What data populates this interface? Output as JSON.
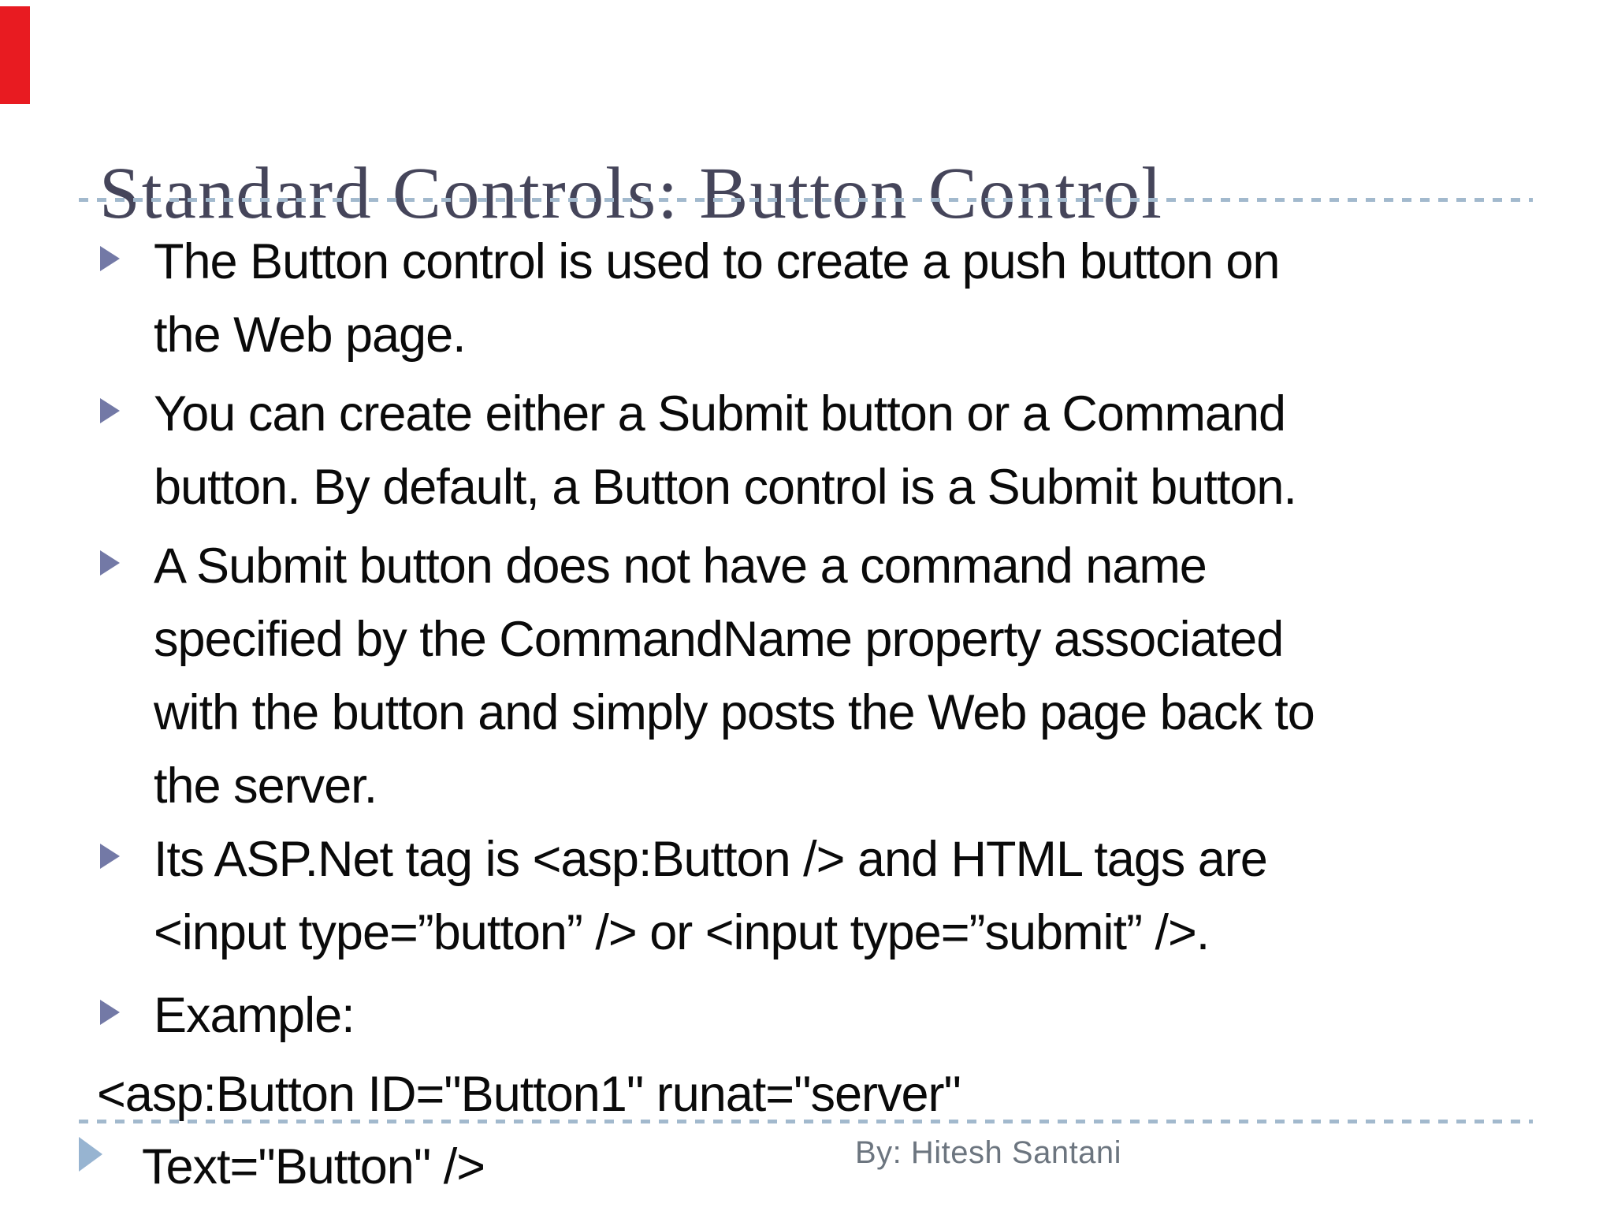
{
  "slide": {
    "title": "Standard Controls: Button Control",
    "footer": "By: Hitesh Santani",
    "bullets": [
      {
        "type": "bullet",
        "lines": [
          "The Button control is used to create a push button on",
          "the Web page."
        ]
      },
      {
        "type": "bullet",
        "lines": [
          "You can create either a Submit button or a Command",
          "button. By default, a Button control is a Submit button."
        ]
      },
      {
        "type": "bullet",
        "lines": [
          "A Submit button does not have a command name",
          "specified by the CommandName property associated",
          "with the button and simply posts the Web page back to",
          "the server."
        ]
      },
      {
        "type": "bullet",
        "lines": [
          "Its ASP.Net tag is <asp:Button /> and HTML tags are",
          "<input type=”button” /> or <input type=”submit” />."
        ]
      },
      {
        "type": "bullet",
        "lines": [
          "Example:"
        ]
      },
      {
        "type": "code",
        "lines": [
          "<asp:Button ID=\"Button1\" runat=\"server\""
        ]
      },
      {
        "type": "big-bullet",
        "lines": [
          "Text=\"Button\" />"
        ]
      }
    ],
    "colors": {
      "title": "#45455a",
      "body_text": "#0a0a0a",
      "bullet_triangle": "#7379a6",
      "big_triangle": "#97b4d1",
      "dash_line": "#a2b9cd",
      "footer_text": "#6c757f",
      "red_marker": "#e81b21"
    }
  }
}
